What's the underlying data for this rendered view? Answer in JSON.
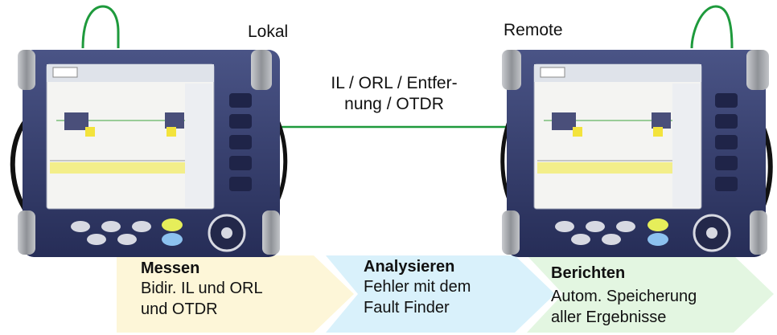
{
  "labels": {
    "local": "Lokal",
    "remote": "Remote",
    "link_line1": "IL / ORL / Entfer-",
    "link_line2": "nung / OTDR"
  },
  "steps": [
    {
      "title": "Messen",
      "line1": "Bidir. IL und ORL",
      "line2": "und OTDR",
      "color": "#fdf6d8"
    },
    {
      "title": "Analysieren",
      "line1": "Fehler mit dem",
      "line2": "Fault Finder",
      "color": "#d9f1fb"
    },
    {
      "title": "Berichten",
      "line1": "Autom. Speicherung",
      "line2": "aller Ergebnisse",
      "color": "#e3f6e1"
    }
  ],
  "colors": {
    "fiber": "#1e9a3c",
    "device_body": "#2e3666",
    "bumper": "#a0a3a8",
    "screen_highlight": "#f3ee8a"
  }
}
